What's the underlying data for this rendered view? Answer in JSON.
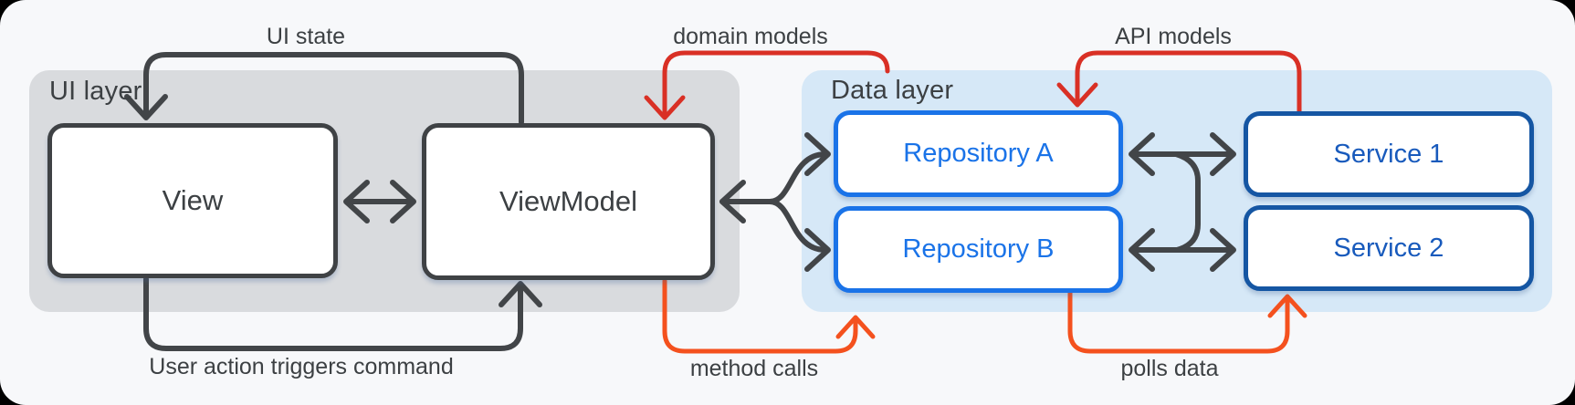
{
  "diagram": {
    "title_hidden": "",
    "layers": {
      "ui": {
        "label": "UI layer"
      },
      "data": {
        "label": "Data layer"
      }
    },
    "nodes": {
      "view": {
        "label": "View"
      },
      "viewmodel": {
        "label": "ViewModel"
      },
      "repository_a": {
        "label": "Repository A"
      },
      "repository_b": {
        "label": "Repository B"
      },
      "service_1": {
        "label": "Service 1"
      },
      "service_2": {
        "label": "Service 2"
      }
    },
    "arrows": {
      "ui_state": {
        "label": "UI state",
        "from": "ViewModel",
        "to": "View",
        "direction": "one-way",
        "color": "#424548"
      },
      "user_action": {
        "label": "User action triggers command",
        "from": "View",
        "to": "ViewModel",
        "direction": "one-way",
        "color": "#424548"
      },
      "view_viewmodel": {
        "label": "",
        "from": "View",
        "to": "ViewModel",
        "direction": "two-way",
        "color": "#424548"
      },
      "viewmodel_repositories": {
        "label": "",
        "from": "ViewModel",
        "to": "Repository A / Repository B",
        "direction": "two-way fork",
        "color": "#424548"
      },
      "repo_a_service_1": {
        "label": "",
        "from": "Repository A",
        "to": "Service 1",
        "direction": "two-way",
        "color": "#424548"
      },
      "repo_b_service_2": {
        "label": "",
        "from": "Repository B",
        "to": "Service 2",
        "direction": "two-way",
        "color": "#424548"
      },
      "domain_models": {
        "label": "domain models",
        "from": "Data layer",
        "to": "ViewModel",
        "direction": "one-way",
        "color": "#d93025"
      },
      "api_models": {
        "label": "API models",
        "from": "Service 1",
        "to": "Repository A",
        "direction": "one-way",
        "color": "#d93025"
      },
      "method_calls": {
        "label": "method calls",
        "from": "ViewModel",
        "to": "Data layer (Repository B)",
        "direction": "one-way",
        "color": "#f4511e"
      },
      "polls_data": {
        "label": "polls data",
        "from": "Repository B",
        "to": "Service 2",
        "direction": "one-way",
        "color": "#f4511e"
      }
    },
    "colors": {
      "canvas_bg": "#f7f8fa",
      "ui_layer_bg": "#d9dbde",
      "data_layer_bg": "#d6e8f7",
      "dark_stroke": "#424548",
      "red_stroke": "#d93025",
      "orange_stroke": "#f4511e",
      "repository_blue": "#1a73e8",
      "service_blue": "#185abc",
      "text_gray": "#3c4043"
    }
  }
}
